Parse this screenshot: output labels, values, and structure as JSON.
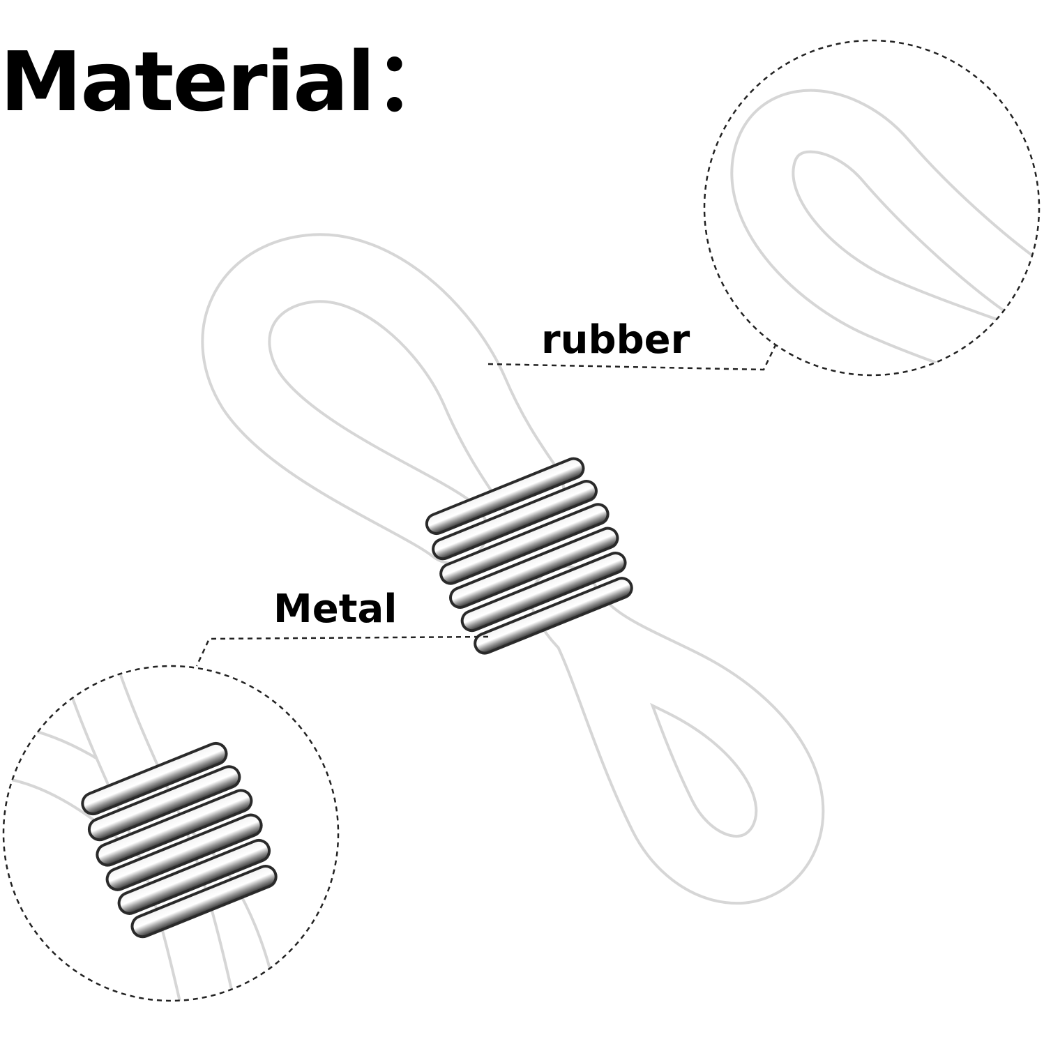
{
  "title": "Material：",
  "labels": {
    "rubber": "rubber",
    "metal": "Metal"
  },
  "colors": {
    "rubber": "#ffffff",
    "rubber_outline": "#d9d9d9",
    "metal_dark": "#3a3a3a",
    "metal_light": "#e8e8e8",
    "dash": "#222222"
  }
}
